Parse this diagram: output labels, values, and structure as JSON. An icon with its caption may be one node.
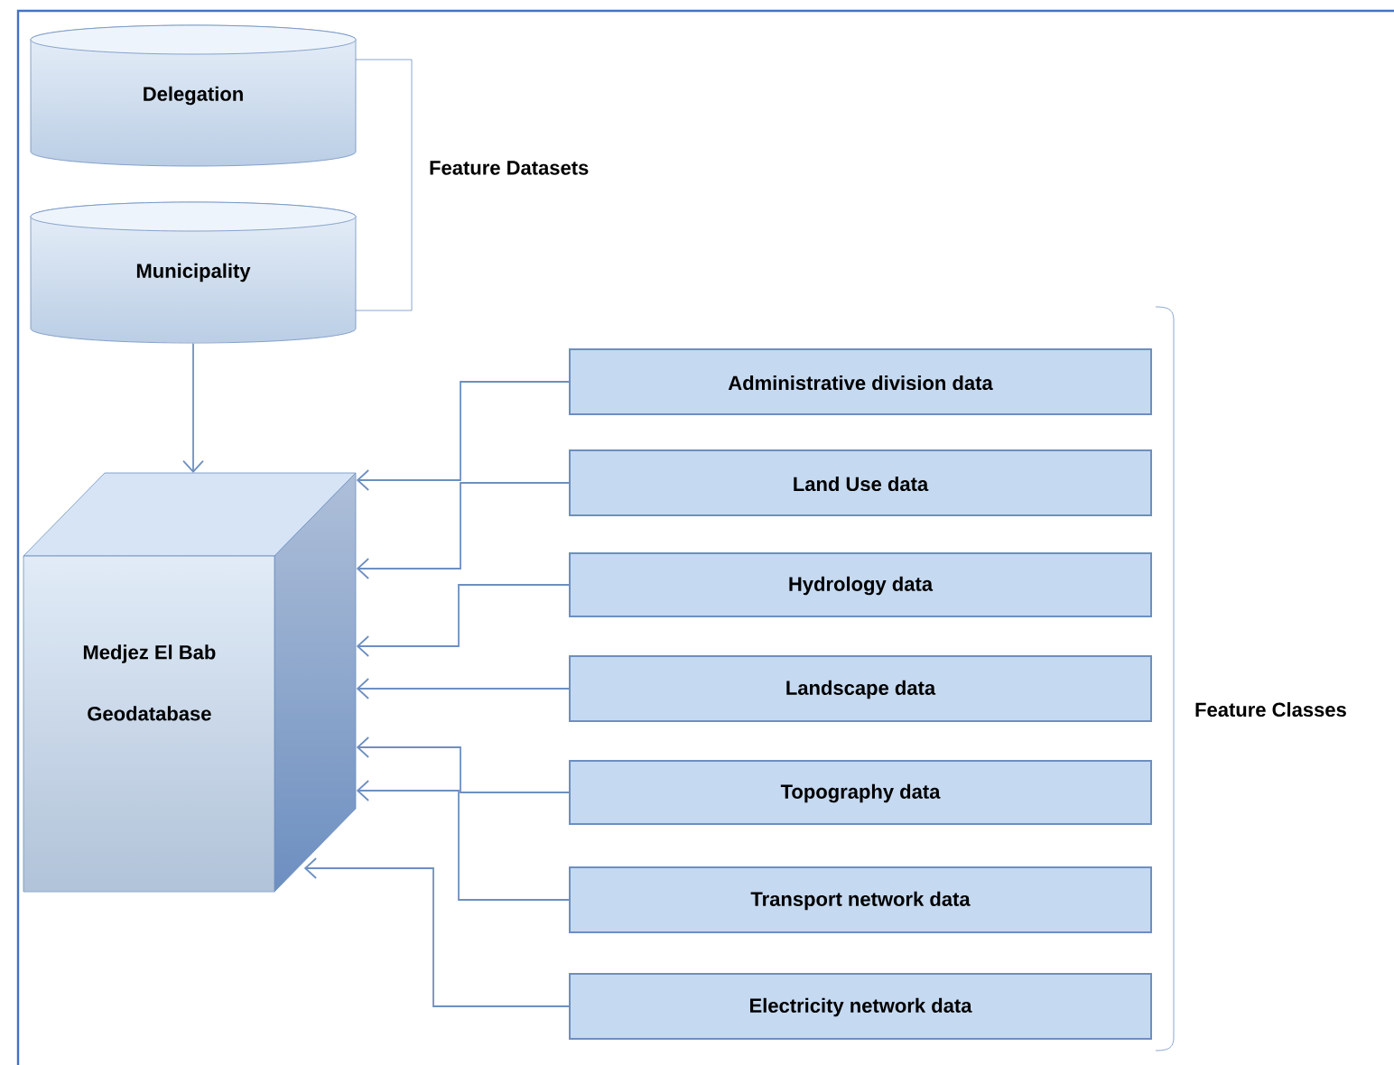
{
  "diagram": {
    "nodes": [
      {
        "text": [
          "Delegation"
        ]
      },
      {
        "text": [
          "Municipality"
        ]
      },
      {
        "text": [
          "Medjez El Bab Geodatabase"
        ]
      },
      {
        "text": [
          "Administrative division data"
        ]
      },
      {
        "text": [
          "Land Use data"
        ]
      },
      {
        "text": [
          "Hydrology data"
        ]
      },
      {
        "text": [
          "Landscape data"
        ]
      },
      {
        "text": [
          "Topography data"
        ]
      },
      {
        "text": [
          "Transport network data"
        ]
      },
      {
        "text": [
          "Electricity network data"
        ]
      }
    ],
    "edges": [
      {
        "from": 1,
        "to": 2,
        "arrow": "to"
      },
      {
        "from": 3,
        "to": 2,
        "arrow": "to"
      },
      {
        "from": 4,
        "to": 2,
        "arrow": "to"
      },
      {
        "from": 5,
        "to": 2,
        "arrow": "to"
      },
      {
        "from": 6,
        "to": 2,
        "arrow": "to"
      },
      {
        "from": 7,
        "to": 2,
        "arrow": "to"
      },
      {
        "from": 8,
        "to": 2,
        "arrow": "to"
      },
      {
        "from": 9,
        "to": 2,
        "arrow": "to"
      }
    ],
    "labels": [
      "Feature Datasets",
      "Feature Classes"
    ]
  }
}
